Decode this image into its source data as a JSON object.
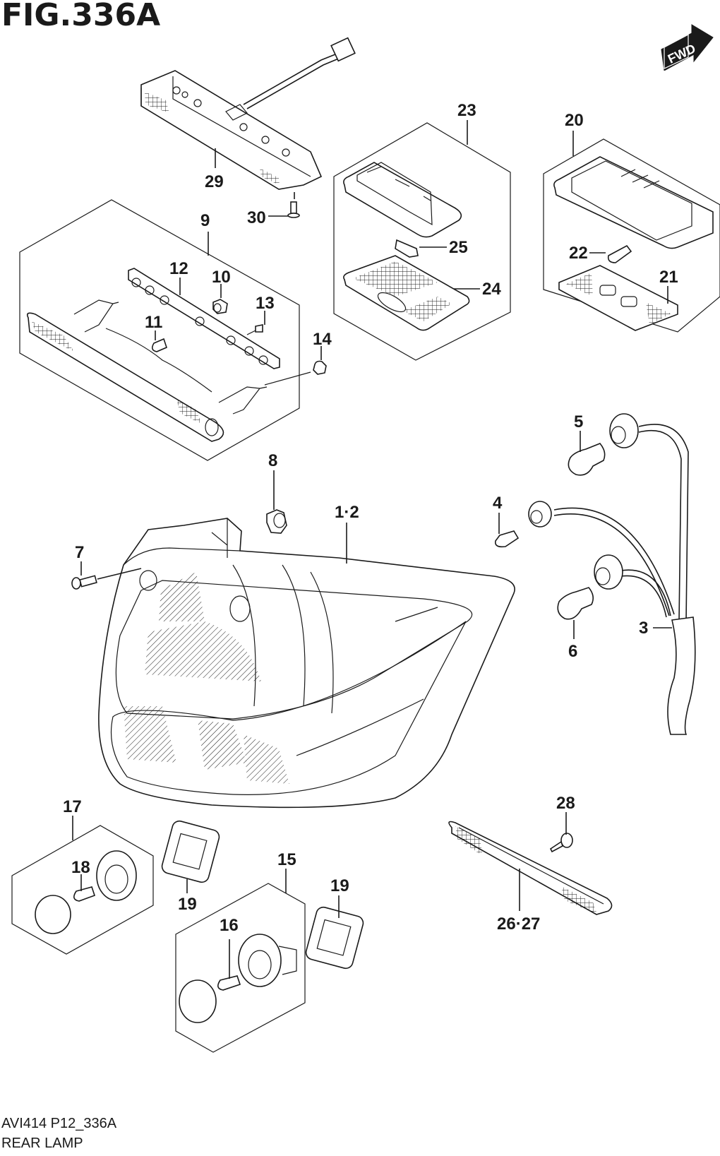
{
  "figure": {
    "title": "FIG.336A",
    "direction_badge": "FWD"
  },
  "footer": {
    "code": "AVI414 P12_336A",
    "section_name": "REAR LAMP"
  },
  "callouts": {
    "c1_2": "1·2",
    "c3": "3",
    "c4": "4",
    "c5": "5",
    "c6": "6",
    "c7": "7",
    "c8": "8",
    "c9": "9",
    "c10": "10",
    "c11": "11",
    "c12": "12",
    "c13": "13",
    "c14": "14",
    "c15": "15",
    "c16": "16",
    "c17": "17",
    "c18": "18",
    "c19a": "19",
    "c19b": "19",
    "c20": "20",
    "c21": "21",
    "c22": "22",
    "c23": "23",
    "c24": "24",
    "c25": "25",
    "c26_27": "26·27",
    "c28": "28",
    "c29": "29",
    "c30": "30"
  },
  "colors": {
    "ink": "#1a1a1a",
    "paper": "#ffffff"
  }
}
